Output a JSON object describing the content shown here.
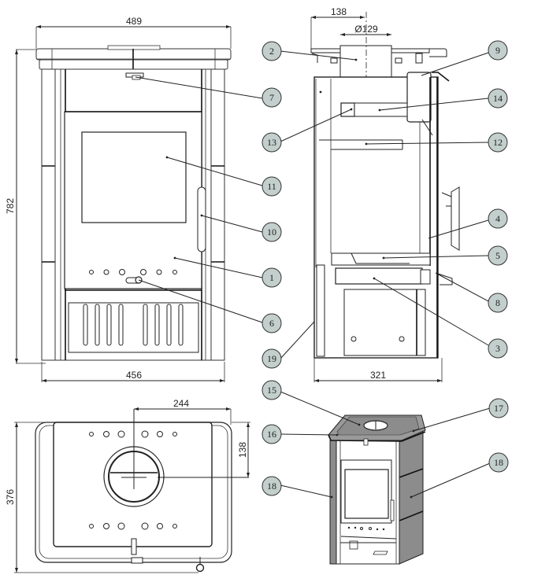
{
  "title": "Stove technical dimension drawing",
  "colors": {
    "callout_fill": "#c3cfcc",
    "callout_stroke": "#333333",
    "line": "#222222",
    "panel_grey": "#8c8c8c",
    "panel_dark": "#6e6e6e"
  },
  "views": {
    "front": {
      "dim_top_width": "489",
      "dim_bottom_width": "456",
      "dim_height": "782"
    },
    "side": {
      "dim_flue_offset": "138",
      "dim_flue_diameter": "Ø129",
      "dim_depth": "321"
    },
    "top": {
      "dim_flue_x": "244",
      "dim_flue_y": "138",
      "dim_depth": "376"
    }
  },
  "callouts": {
    "c1": "1",
    "c2": "2",
    "c3": "3",
    "c4": "4",
    "c5": "5",
    "c6": "6",
    "c7": "7",
    "c8": "8",
    "c9": "9",
    "c10": "10",
    "c11": "11",
    "c12": "12",
    "c13": "13",
    "c14": "14",
    "c15": "15",
    "c16": "16",
    "c17": "17",
    "c18a": "18",
    "c18b": "18",
    "c19": "19"
  }
}
